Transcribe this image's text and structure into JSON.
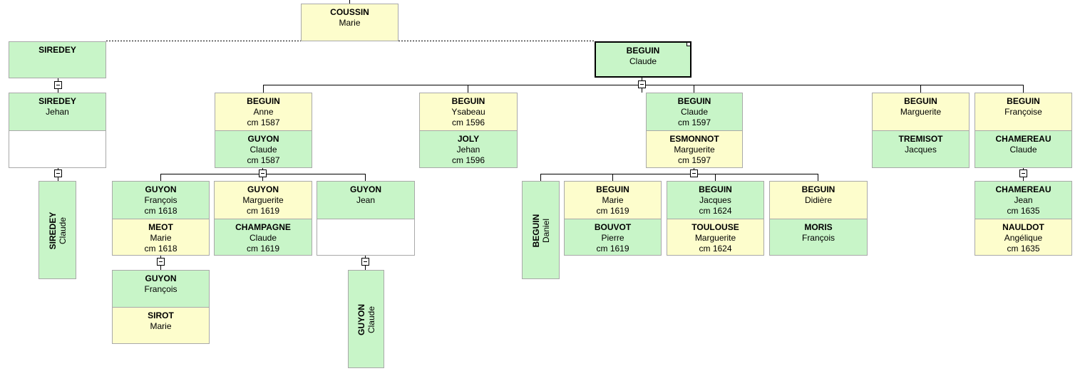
{
  "colors": {
    "male": "#c8f5c8",
    "female": "#fdfdcc",
    "empty": "#ffffff",
    "border": "#a9a9a9",
    "line": "#000000"
  },
  "persons": {
    "coussin_marie": {
      "surname": "COUSSIN",
      "given": "Marie",
      "date": "",
      "sex": "female"
    },
    "siredey": {
      "surname": "SIREDEY",
      "given": "",
      "date": "",
      "sex": "male"
    },
    "beguin_claude_sr": {
      "surname": "BEGUIN",
      "given": "Claude",
      "date": "",
      "sex": "male"
    },
    "siredey_jehan": {
      "surname": "SIREDEY",
      "given": "Jehan",
      "date": "",
      "sex": "male"
    },
    "siredey_claude": {
      "surname": "SIREDEY",
      "given": "Claude",
      "date": "",
      "sex": "male"
    },
    "beguin_anne": {
      "surname": "BEGUIN",
      "given": "Anne",
      "date": "cm 1587",
      "sex": "female"
    },
    "guyon_claude": {
      "surname": "GUYON",
      "given": "Claude",
      "date": "cm 1587",
      "sex": "male"
    },
    "beguin_ysabeau": {
      "surname": "BEGUIN",
      "given": "Ysabeau",
      "date": "cm 1596",
      "sex": "female"
    },
    "joly_jehan": {
      "surname": "JOLY",
      "given": "Jehan",
      "date": "cm 1596",
      "sex": "male"
    },
    "beguin_claude_jr": {
      "surname": "BEGUIN",
      "given": "Claude",
      "date": "cm 1597",
      "sex": "male"
    },
    "esmonnot_marguerite": {
      "surname": "ESMONNOT",
      "given": "Marguerite",
      "date": "cm 1597",
      "sex": "female"
    },
    "beguin_marguerite": {
      "surname": "BEGUIN",
      "given": "Marguerite",
      "date": "",
      "sex": "female"
    },
    "tremisot_jacques": {
      "surname": "TREMISOT",
      "given": "Jacques",
      "date": "",
      "sex": "male"
    },
    "beguin_francoise": {
      "surname": "BEGUIN",
      "given": "Françoise",
      "date": "",
      "sex": "female"
    },
    "chamereau_claude": {
      "surname": "CHAMEREAU",
      "given": "Claude",
      "date": "",
      "sex": "male"
    },
    "guyon_francois": {
      "surname": "GUYON",
      "given": "François",
      "date": "cm 1618",
      "sex": "male"
    },
    "meot_marie": {
      "surname": "MEOT",
      "given": "Marie",
      "date": "cm 1618",
      "sex": "female"
    },
    "guyon_marguerite": {
      "surname": "GUYON",
      "given": "Marguerite",
      "date": "cm 1619",
      "sex": "female"
    },
    "champagne_claude": {
      "surname": "CHAMPAGNE",
      "given": "Claude",
      "date": "cm 1619",
      "sex": "male"
    },
    "guyon_jean": {
      "surname": "GUYON",
      "given": "Jean",
      "date": "",
      "sex": "male"
    },
    "guyon_francois_jr": {
      "surname": "GUYON",
      "given": "François",
      "date": "",
      "sex": "male"
    },
    "sirot_marie": {
      "surname": "SIROT",
      "given": "Marie",
      "date": "",
      "sex": "female"
    },
    "guyon_claude_jr": {
      "surname": "GUYON",
      "given": "Claude",
      "date": "",
      "sex": "male"
    },
    "beguin_daniel": {
      "surname": "BEGUIN",
      "given": "Daniel",
      "date": "",
      "sex": "male"
    },
    "beguin_marie": {
      "surname": "BEGUIN",
      "given": "Marie",
      "date": "cm 1619",
      "sex": "female"
    },
    "bouvot_pierre": {
      "surname": "BOUVOT",
      "given": "Pierre",
      "date": "cm 1619",
      "sex": "male"
    },
    "beguin_jacques": {
      "surname": "BEGUIN",
      "given": "Jacques",
      "date": "cm 1624",
      "sex": "male"
    },
    "toulouse_marguerite": {
      "surname": "TOULOUSE",
      "given": "Marguerite",
      "date": "cm 1624",
      "sex": "female"
    },
    "beguin_didiere": {
      "surname": "BEGUIN",
      "given": "Didière",
      "date": "",
      "sex": "female"
    },
    "moris_francois": {
      "surname": "MORIS",
      "given": "François",
      "date": "",
      "sex": "male"
    },
    "chamereau_jean": {
      "surname": "CHAMEREAU",
      "given": "Jean",
      "date": "cm 1635",
      "sex": "male"
    },
    "nauldot_angelique": {
      "surname": "NAULDOT",
      "given": "Angélique",
      "date": "cm 1635",
      "sex": "female"
    }
  }
}
